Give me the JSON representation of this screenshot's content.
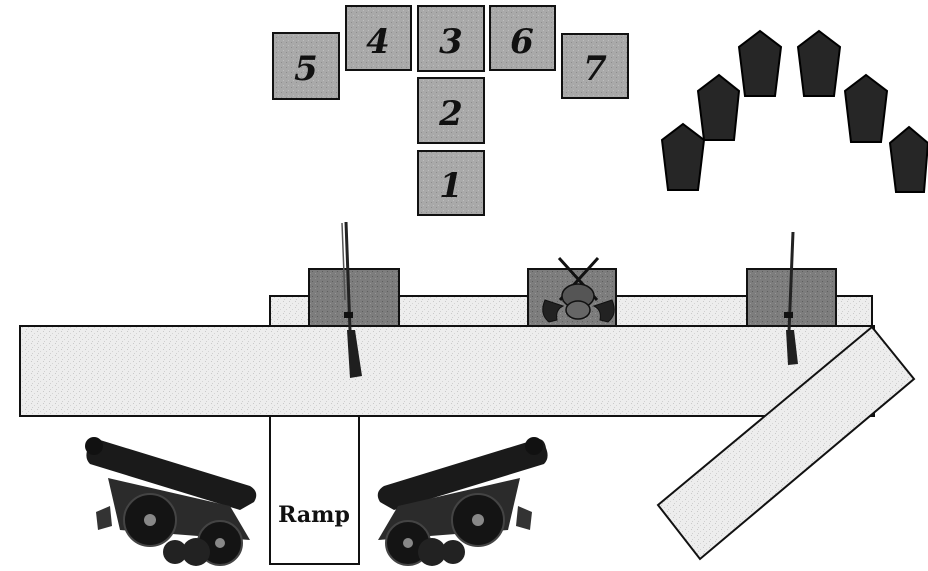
{
  "tiles": [
    {
      "label": "5"
    },
    {
      "label": "4"
    },
    {
      "label": "3"
    },
    {
      "label": "6"
    },
    {
      "label": "7"
    },
    {
      "label": "2"
    },
    {
      "label": "1"
    }
  ],
  "ramp": {
    "label": "Ramp"
  },
  "colors": {
    "tile_fill": "#a8a8a8",
    "tile_stroke": "#111111",
    "wall_fill": "#ececec",
    "emplacement_fill": "#7a7a7a",
    "marker_fill": "#222222"
  },
  "icons": [
    "rifle-icon",
    "crossed-pistols-icon",
    "rifle-icon",
    "cannon-icon",
    "cannon-icon",
    "pentagon-marker-icon"
  ]
}
